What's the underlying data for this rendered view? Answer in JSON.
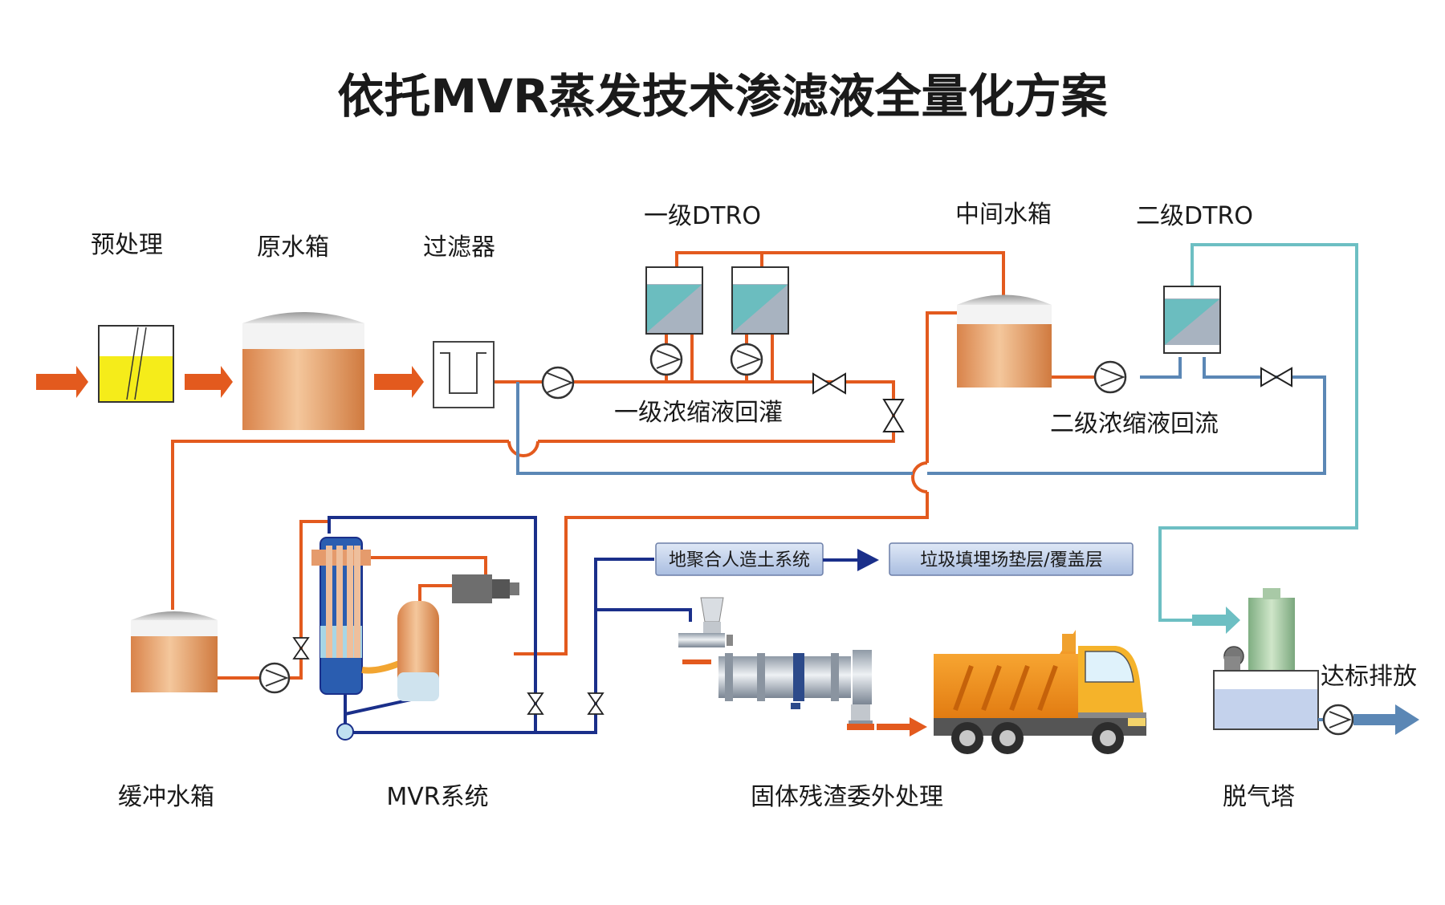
{
  "title": "依托MVR蒸发技术渗滤液全量化方案",
  "labels": {
    "pretreatment": "预处理",
    "raw_tank": "原水箱",
    "filter": "过滤器",
    "dtro1": "一级DTRO",
    "mid_tank": "中间水箱",
    "dtro2": "二级DTRO",
    "recharge1": "一级浓缩液回灌",
    "return2": "二级浓缩液回流",
    "buffer_tank": "缓冲水箱",
    "mvr": "MVR系统",
    "solid": "固体残渣委外处理",
    "degas": "脱气塔",
    "discharge": "达标排放"
  },
  "boxes": {
    "geopolymer": "地聚合人造土系统",
    "landfill": "垃圾填埋场垫层/覆盖层"
  },
  "colors": {
    "orange_pipe": "#e35a1e",
    "blue_pipe": "#5b87b5",
    "teal_pipe": "#6dbfc3",
    "navy_pipe": "#1a2f8a",
    "tank_fill": "#e0935a",
    "membrane": "#6bbdbf"
  }
}
